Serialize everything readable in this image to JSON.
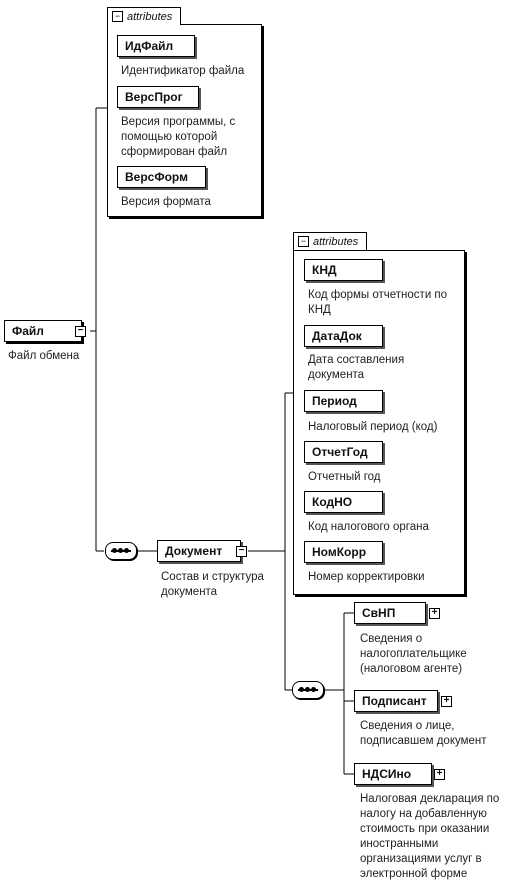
{
  "attr_tab_label": "attributes",
  "root": {
    "name": "Файл",
    "desc": "Файл обмена"
  },
  "file_attributes": [
    {
      "name": "ИдФайл",
      "desc": "Идентификатор файла"
    },
    {
      "name": "ВерсПрог",
      "desc": [
        "Версия программы, с",
        "помощью которой",
        "сформирован файл"
      ]
    },
    {
      "name": "ВерсФорм",
      "desc": "Версия формата"
    }
  ],
  "document": {
    "name": "Документ",
    "desc": [
      "Состав и структура",
      "документа"
    ]
  },
  "document_attributes": [
    {
      "name": "КНД",
      "desc": [
        "Код формы отчетности по",
        "КНД"
      ]
    },
    {
      "name": "ДатаДок",
      "desc": [
        "Дата составления",
        "документа"
      ]
    },
    {
      "name": "Период",
      "desc": "Налоговый период (код)"
    },
    {
      "name": "ОтчетГод",
      "desc": "Отчетный год"
    },
    {
      "name": "КодНО",
      "desc": "Код налогового органа"
    },
    {
      "name": "НомКорр",
      "desc": "Номер корректировки"
    }
  ],
  "document_children": [
    {
      "name": "СвНП",
      "desc": [
        "Сведения о",
        "налогоплательщике",
        "(налоговом агенте)"
      ]
    },
    {
      "name": "Подписант",
      "desc": [
        "Сведения о лице,",
        "подписавшем документ"
      ]
    },
    {
      "name": "НДСИно",
      "desc": [
        "Налоговая декларация по",
        "налогу на добавленную",
        "стоимость при оказании",
        "иностранными",
        "организациями услуг в",
        "электронной форме"
      ]
    }
  ],
  "toggle_collapse": "−",
  "toggle_expand": "+"
}
